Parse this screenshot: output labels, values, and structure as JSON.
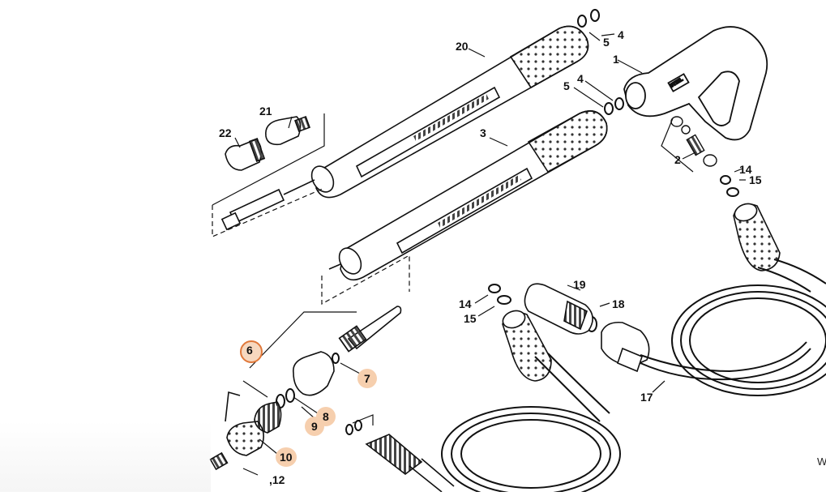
{
  "diagram": {
    "callouts": {
      "c1": "1",
      "c2": "2",
      "c3": "3",
      "c4a": "4",
      "c4b": "4",
      "c5a": "5",
      "c5b": "5",
      "c6": "6",
      "c7": "7",
      "c8": "8",
      "c9": "9",
      "c10": "10",
      "c12": ",12",
      "c14a": "14",
      "c14b": "14",
      "c15a": "15",
      "c15b": "15",
      "c17": "17",
      "c18": "18",
      "c19": "19",
      "c20": "20",
      "c21": "21",
      "c22": "22"
    },
    "highlight_color": "#f6cfae",
    "ring_color": "#e0783a",
    "corner_text": "W"
  }
}
